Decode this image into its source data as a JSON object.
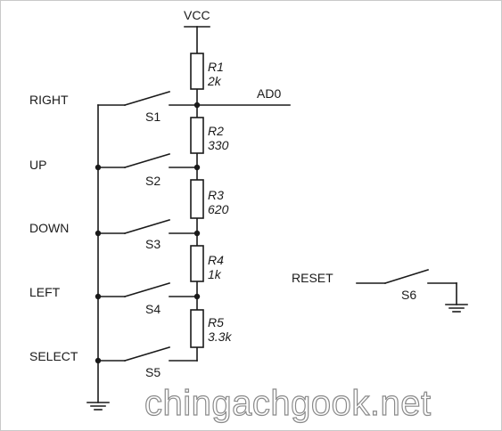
{
  "supply": {
    "label": "VCC"
  },
  "output": {
    "label": "AD0"
  },
  "resistors": [
    {
      "name": "R1",
      "value": "2k"
    },
    {
      "name": "R2",
      "value": "330"
    },
    {
      "name": "R3",
      "value": "620"
    },
    {
      "name": "R4",
      "value": "1k"
    },
    {
      "name": "R5",
      "value": "3.3k"
    }
  ],
  "buttons": [
    {
      "label": "RIGHT",
      "switch": "S1"
    },
    {
      "label": "UP",
      "switch": "S2"
    },
    {
      "label": "DOWN",
      "switch": "S3"
    },
    {
      "label": "LEFT",
      "switch": "S4"
    },
    {
      "label": "SELECT",
      "switch": "S5"
    }
  ],
  "reset": {
    "label": "RESET",
    "switch": "S6"
  },
  "watermark": "chingachgook.net"
}
